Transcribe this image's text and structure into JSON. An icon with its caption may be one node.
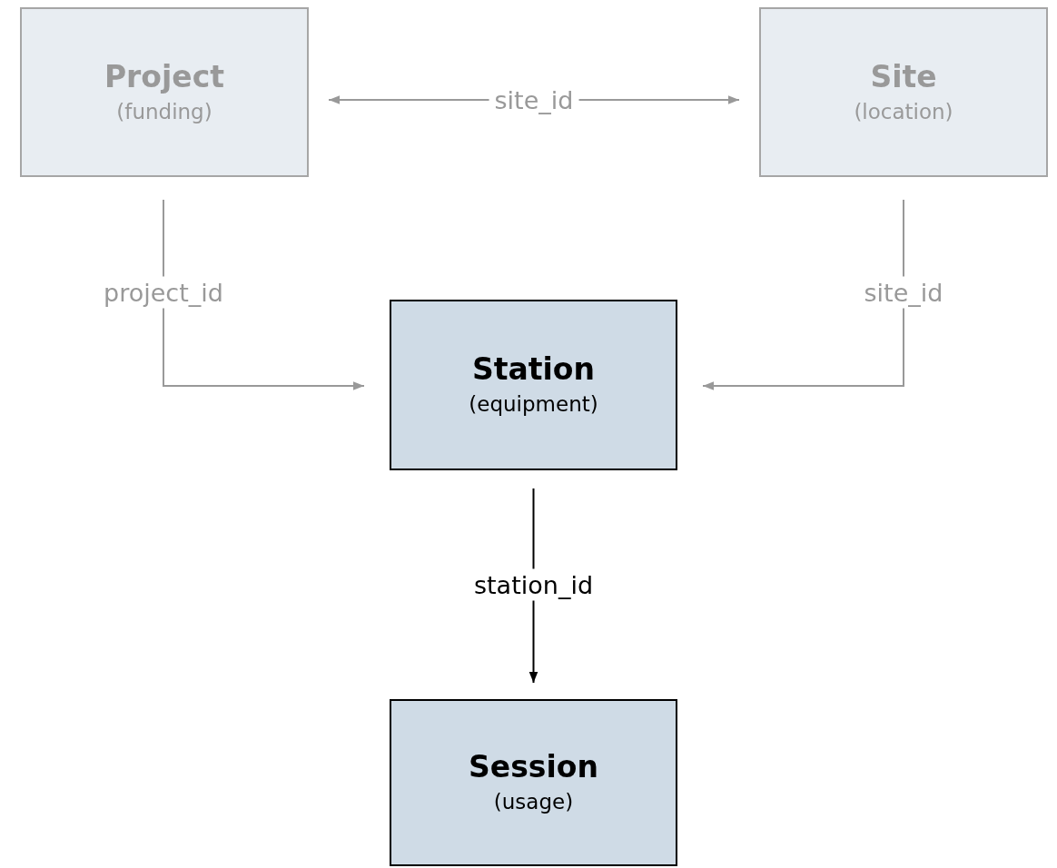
{
  "diagram": {
    "nodes": [
      {
        "text": [
          "Project",
          "(funding)"
        ]
      },
      {
        "text": [
          "Site",
          "(location)"
        ]
      },
      {
        "text": [
          "Station",
          "(equipment)"
        ]
      },
      {
        "text": [
          "Session",
          "(usage)"
        ]
      }
    ],
    "edges": [
      {
        "from": 0,
        "to": 1,
        "arrow": "both",
        "label": "site_id"
      },
      {
        "from": 0,
        "to": 2,
        "arrow": "to",
        "label": "project_id"
      },
      {
        "from": 1,
        "to": 2,
        "arrow": "to",
        "label": "site_id"
      },
      {
        "from": 2,
        "to": 3,
        "arrow": "to",
        "label": "station_id",
        "color": "#000000"
      }
    ]
  }
}
